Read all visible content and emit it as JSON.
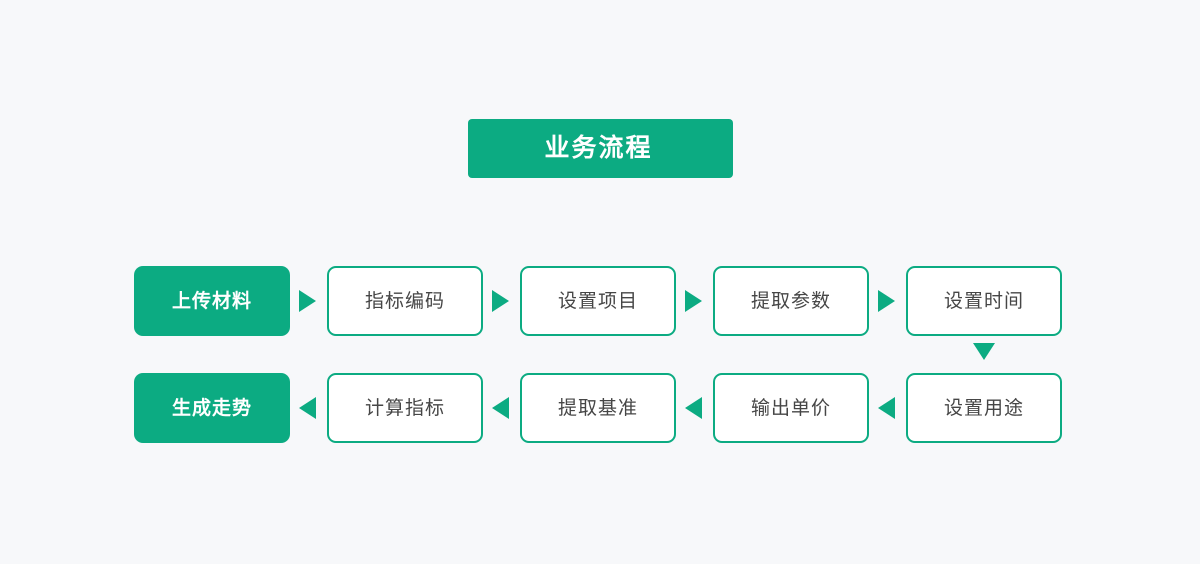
{
  "page": {
    "background_color": "#f7f8fa",
    "accent_color": "#0cab82",
    "node_text_color": "#464646",
    "filled_text_color": "#ffffff"
  },
  "title": {
    "label": "业务流程"
  },
  "flow": {
    "row1": {
      "direction": "left-to-right",
      "nodes": [
        {
          "label": "上传材料",
          "style": "filled"
        },
        {
          "label": "指标编码",
          "style": "outlined"
        },
        {
          "label": "设置项目",
          "style": "outlined"
        },
        {
          "label": "提取参数",
          "style": "outlined"
        },
        {
          "label": "设置时间",
          "style": "outlined"
        }
      ]
    },
    "row2": {
      "direction": "right-to-left",
      "nodes": [
        {
          "label": "生成走势",
          "style": "filled"
        },
        {
          "label": "计算指标",
          "style": "outlined"
        },
        {
          "label": "提取基准",
          "style": "outlined"
        },
        {
          "label": "输出单价",
          "style": "outlined"
        },
        {
          "label": "设置用途",
          "style": "outlined"
        }
      ]
    },
    "connectors": {
      "row1_arrows": [
        "arrow-right",
        "arrow-right",
        "arrow-right",
        "arrow-right"
      ],
      "row1_to_row2": "arrow-down",
      "row2_arrows": [
        "arrow-left",
        "arrow-left",
        "arrow-left",
        "arrow-left"
      ]
    }
  }
}
